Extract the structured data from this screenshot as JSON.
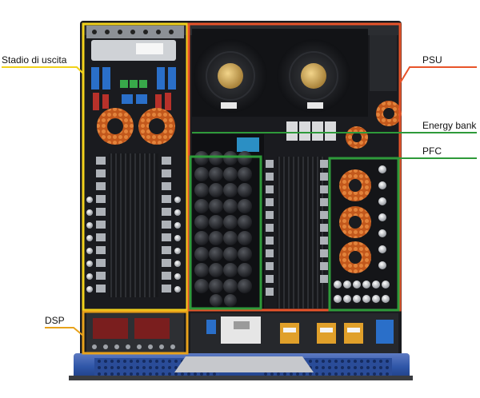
{
  "labels": {
    "stadio": "Stadio di uscita",
    "psu": "PSU",
    "energy": "Energy bank",
    "pfc": "PFC",
    "dsp": "DSP"
  },
  "colors": {
    "stadio": "#f2d21b",
    "psu": "#e8542a",
    "energy": "#2e9a3a",
    "pfc": "#2e9a3a",
    "dsp": "#e8a21b",
    "chassis": "#1a1b1f",
    "front_panel": "#2f56a8"
  }
}
